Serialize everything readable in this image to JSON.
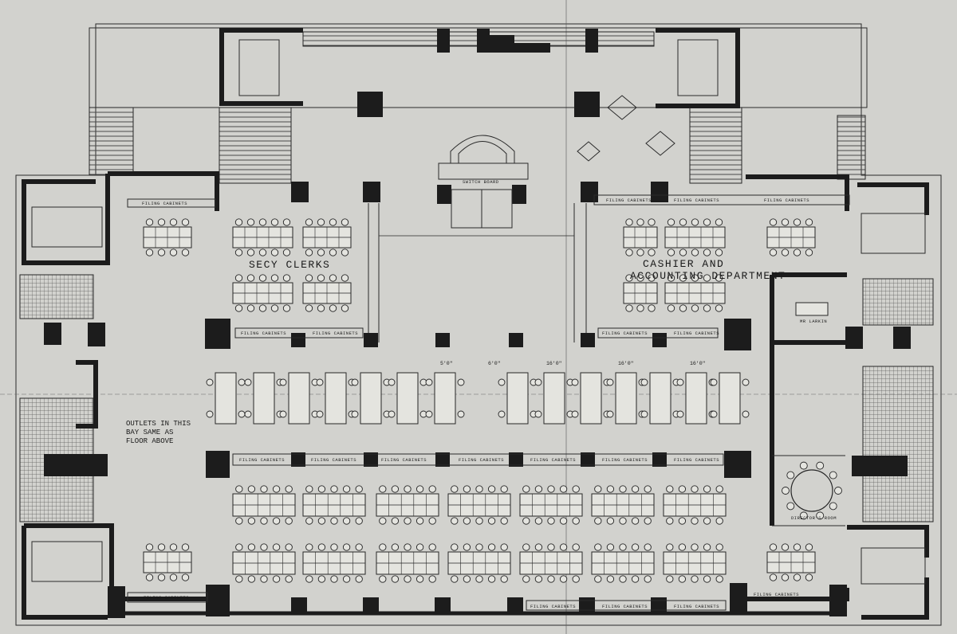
{
  "plan": {
    "labels": {
      "secy_clerks": "SECY CLERKS",
      "cashier_line1": "CASHIER AND",
      "cashier_line2": "ACCOUNTING DEPARTMENT",
      "outlets_line1": "OUTLETS IN THIS",
      "outlets_line2": "BAY SAME AS",
      "outlets_line3": "FLOOR ABOVE",
      "filing_cabinets": "FILING CABINETS",
      "switch_board": "SWITCH BOARD",
      "directors_room": "DIRECTOR'S ROOM",
      "mr_larkin": "MR LARKIN"
    },
    "dimensions": [
      "16'0\"",
      "16'0\"",
      "16'0\"",
      "5'0\"",
      "6'0\""
    ]
  },
  "colors": {
    "paper": "#d6d6d2",
    "ink": "#1c1c1c"
  }
}
